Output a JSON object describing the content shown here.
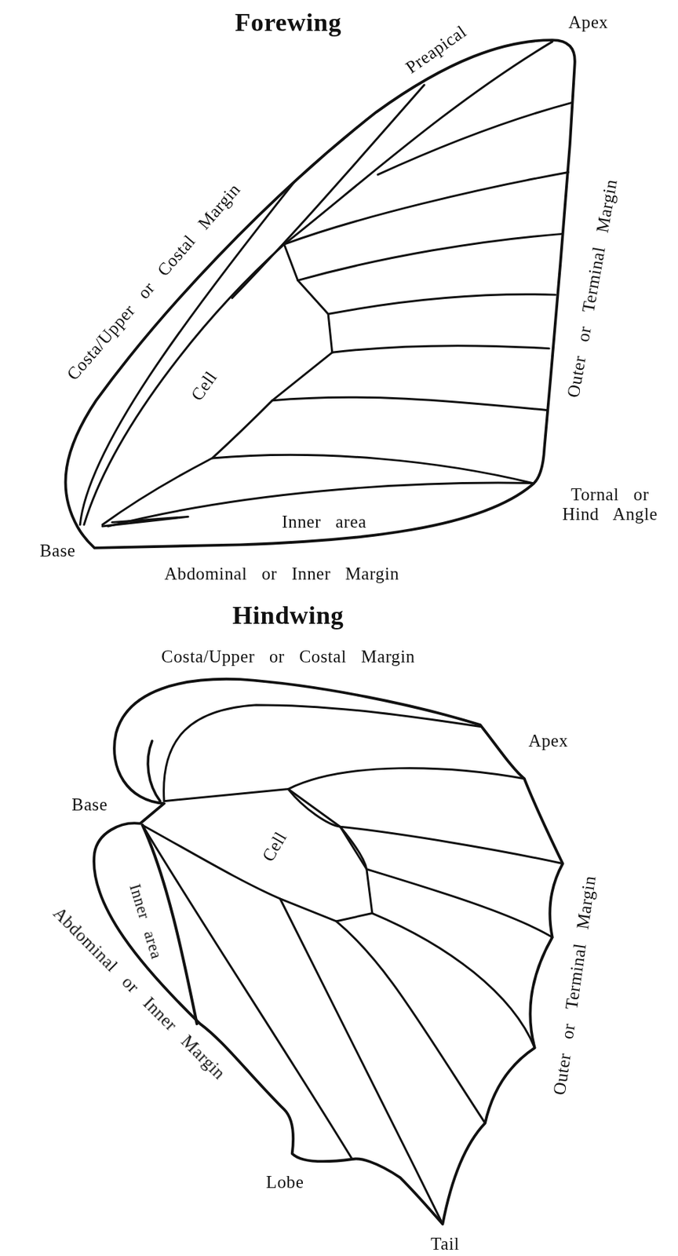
{
  "diagram": {
    "labels": [
      "Forewing",
      "Preapical",
      "Apex",
      "Costa/Upper or Costal Margin",
      "Cell",
      "Outer or Terminal Margin",
      "Inner area",
      "Tornal or Hind Angle",
      "Base",
      "Abdominal or Inner Margin",
      "Hindwing",
      "Costa/Upper or Costal Margin",
      "Apex",
      "Base",
      "Cell",
      "Inner area",
      "Abdominal or Inner Margin",
      "Outer or Terminal Margin",
      "Lobe",
      "Tail"
    ]
  }
}
